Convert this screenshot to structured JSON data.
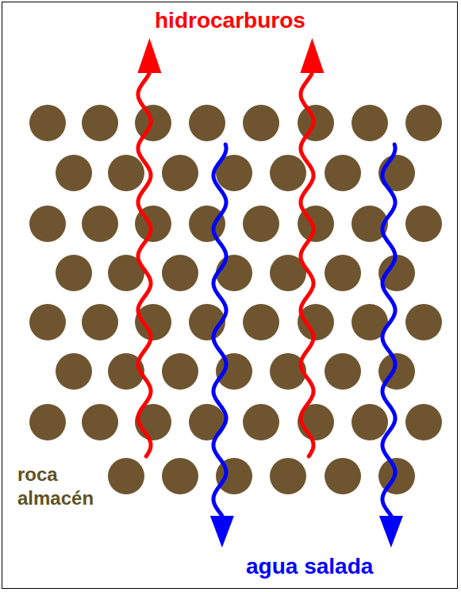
{
  "diagram": {
    "labels": [
      "hidrocarburos",
      "agua salada",
      "roca almacén"
    ]
  }
}
